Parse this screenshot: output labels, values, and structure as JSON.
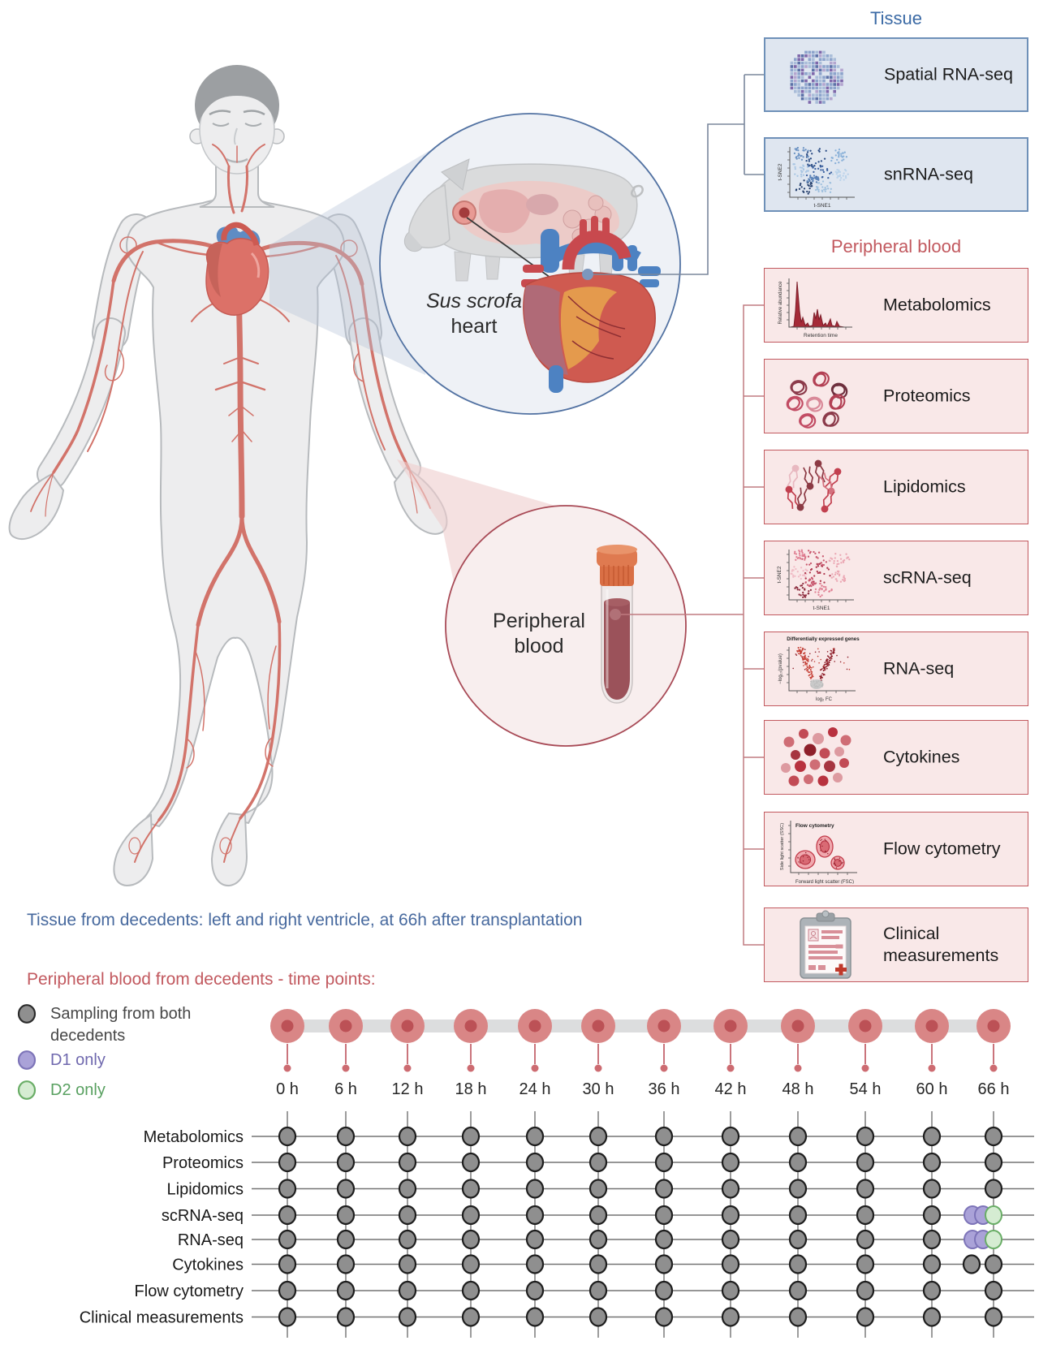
{
  "figure": {
    "tissue_section": {
      "title": "Tissue",
      "boxes": [
        {
          "label": "Spatial RNA-seq",
          "thumb": "spatial"
        },
        {
          "label": "snRNA-seq",
          "thumb": "tsne_blue"
        }
      ]
    },
    "blood_section": {
      "title": "Peripheral blood",
      "boxes": [
        {
          "label": "Metabolomics",
          "thumb": "chromatogram"
        },
        {
          "label": "Proteomics",
          "thumb": "proteins"
        },
        {
          "label": "Lipidomics",
          "thumb": "lipids"
        },
        {
          "label": "scRNA-seq",
          "thumb": "tsne_pink"
        },
        {
          "label": "RNA-seq",
          "thumb": "volcano"
        },
        {
          "label": "Cytokines",
          "thumb": "cytokines"
        },
        {
          "label": "Flow cytometry",
          "thumb": "flow"
        },
        {
          "label": "Clinical measurements",
          "thumb": "clipboard"
        }
      ]
    },
    "heart_inset": {
      "species": "Sus scrofa",
      "organ": "heart"
    },
    "blood_inset": {
      "label_line1": "Peripheral",
      "label_line2": "blood"
    },
    "notes": {
      "tissue": "Tissue from decedents: left and right ventricle, at 66h after transplantation",
      "blood": "Peripheral blood from decedents - time points:"
    },
    "legend": [
      {
        "label": "Sampling from both decedents",
        "fill": "#8f8f8f",
        "stroke": "#2b2b2b",
        "text_color": "#474747"
      },
      {
        "label": "D1 only",
        "fill": "#aaa2d8",
        "stroke": "#7d74b8",
        "text_color": "#6f68ae"
      },
      {
        "label": "D2 only",
        "fill": "#d5ecd2",
        "stroke": "#69ad66",
        "text_color": "#58a060"
      }
    ],
    "timeline": {
      "points": [
        "0 h",
        "6 h",
        "12 h",
        "18 h",
        "24 h",
        "30 h",
        "36 h",
        "42 h",
        "48 h",
        "54 h",
        "60 h",
        "66 h"
      ]
    },
    "matrix": {
      "rows": [
        "Metabolomics",
        "Proteomics",
        "Lipidomics",
        "scRNA-seq",
        "RNA-seq",
        "Cytokines",
        "Flow cytometry",
        "Clinical measurements"
      ],
      "default_sampling": "both",
      "special_66h": {
        "scRNA-seq": [
          "D1",
          "D1",
          "D2"
        ],
        "RNA-seq": [
          "D1",
          "D1",
          "D2"
        ],
        "Cytokines": [
          "both",
          "both"
        ]
      }
    },
    "thumb_labels": {
      "tsne_x": "t-SNE1",
      "tsne_y": "t-SNE2",
      "metab_x": "Retention time",
      "metab_y": "Relative abundance",
      "volcano_title": "Differentially expressed genes",
      "volcano_x": "log₂ FC",
      "volcano_y": "−log₁₀(pvalue)",
      "flow_title": "Flow cytometry",
      "flow_x": "Forward light scatter (FSC)",
      "flow_y": "Side light scatter (SSC)"
    },
    "colors": {
      "tissue_accent": "#3b6aa5",
      "tissue_box_fill": "#dfe6f0",
      "tissue_box_border": "#6e90b8",
      "blood_accent": "#c2595f",
      "blood_box_fill": "#f9e8e8",
      "blood_box_border": "#c2595f",
      "timeline_circle": "#d98686",
      "timeline_inner": "#bc5156",
      "dot_gray": "#8f8f8f",
      "d1_purple": "#aaa2d8",
      "d2_green": "#d5ecd2"
    }
  }
}
